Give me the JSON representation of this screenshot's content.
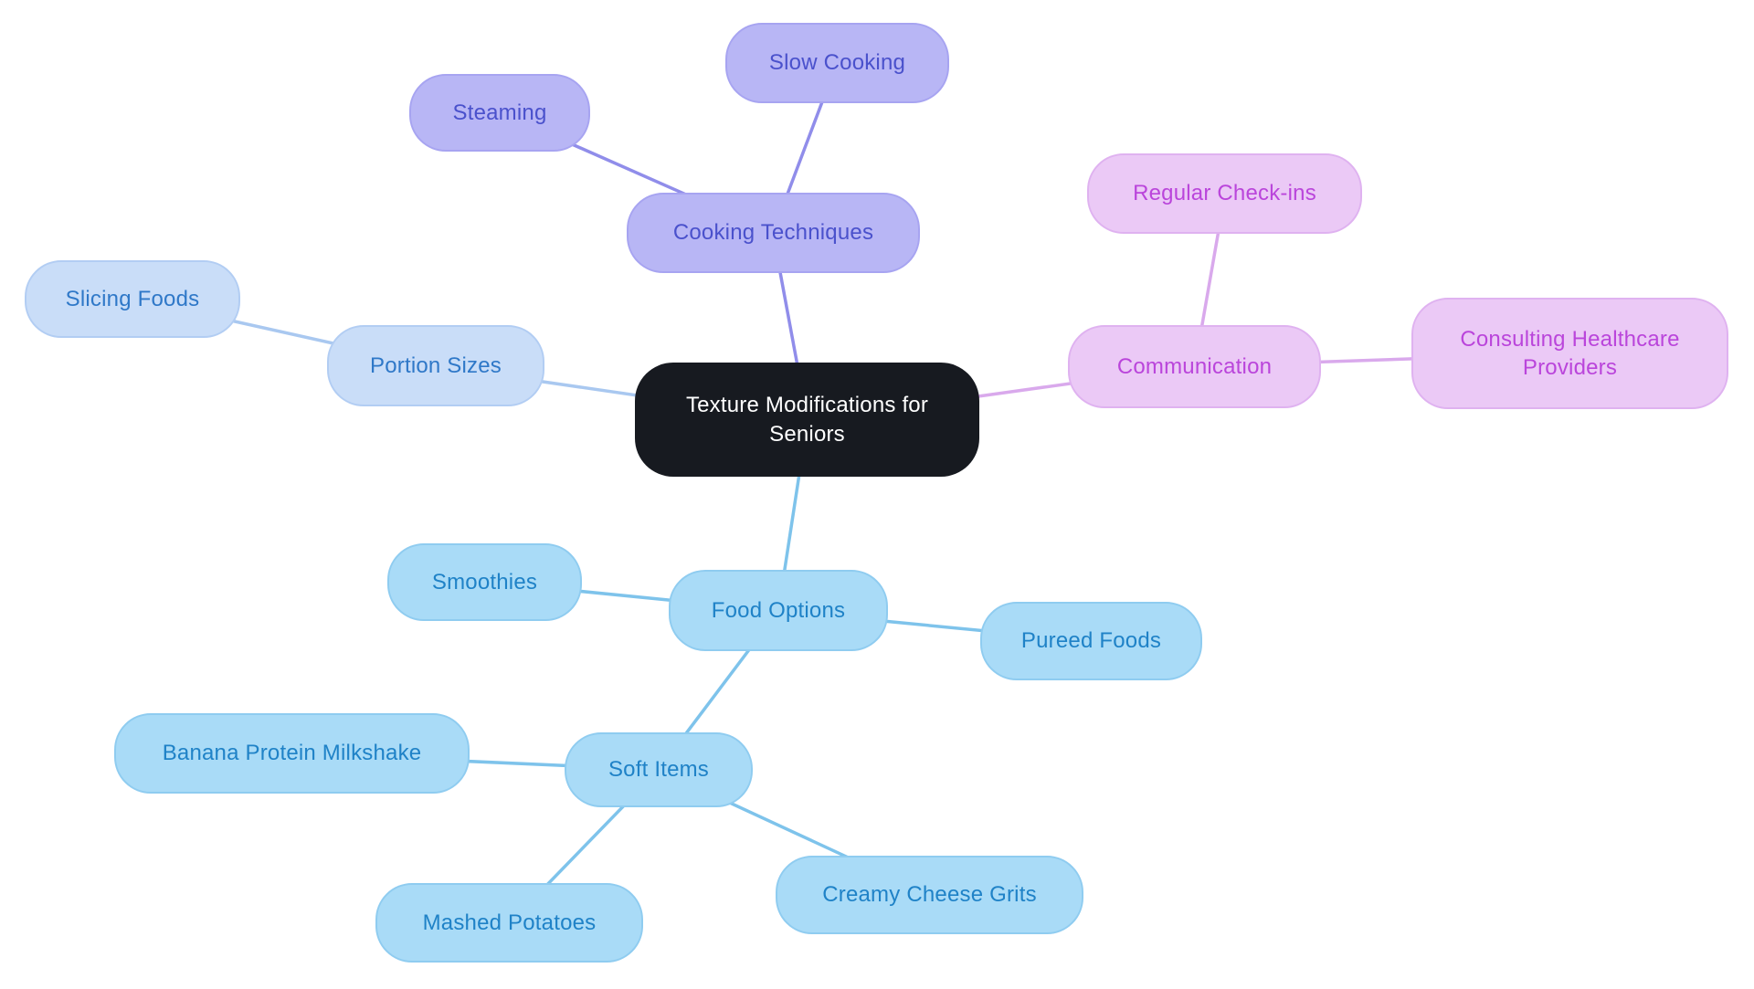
{
  "canvas": {
    "background": "#FFFFFF"
  },
  "diagram": {
    "type": "mindmap",
    "center": {
      "label": "Texture Modifications for Seniors",
      "bg_color": "#171A20",
      "text_color": "#FFFFFF"
    },
    "branches": [
      {
        "label": "Cooking Techniques",
        "node_bg": "#B8B6F5",
        "border_color": "#A7A4F1",
        "text_color": "#4A51CC",
        "edge_color": "#908DEA",
        "children": [
          {
            "label": "Steaming"
          },
          {
            "label": "Slow Cooking"
          }
        ]
      },
      {
        "label": "Portion Sizes",
        "node_bg": "#C9DDF8",
        "border_color": "#B2CDF3",
        "text_color": "#2F78C8",
        "edge_color": "#A9C8F0",
        "children": [
          {
            "label": "Slicing Foods"
          }
        ]
      },
      {
        "label": "Communication",
        "node_bg": "#EBC9F6",
        "border_color": "#DFB2F0",
        "text_color": "#BA45DB",
        "edge_color": "#D9A9EC",
        "children": [
          {
            "label": "Regular Check-ins"
          },
          {
            "label": "Consulting Healthcare Providers"
          }
        ]
      },
      {
        "label": "Food Options",
        "node_bg": "#A9DBF7",
        "border_color": "#8FCCF0",
        "text_color": "#1F82C7",
        "edge_color": "#7EC3EB",
        "children": [
          {
            "label": "Smoothies"
          },
          {
            "label": "Pureed Foods"
          },
          {
            "label": "Soft Items",
            "children": [
              {
                "label": "Banana Protein Milkshake"
              },
              {
                "label": "Mashed Potatoes"
              },
              {
                "label": "Creamy Cheese Grits"
              }
            ]
          }
        ]
      }
    ]
  }
}
